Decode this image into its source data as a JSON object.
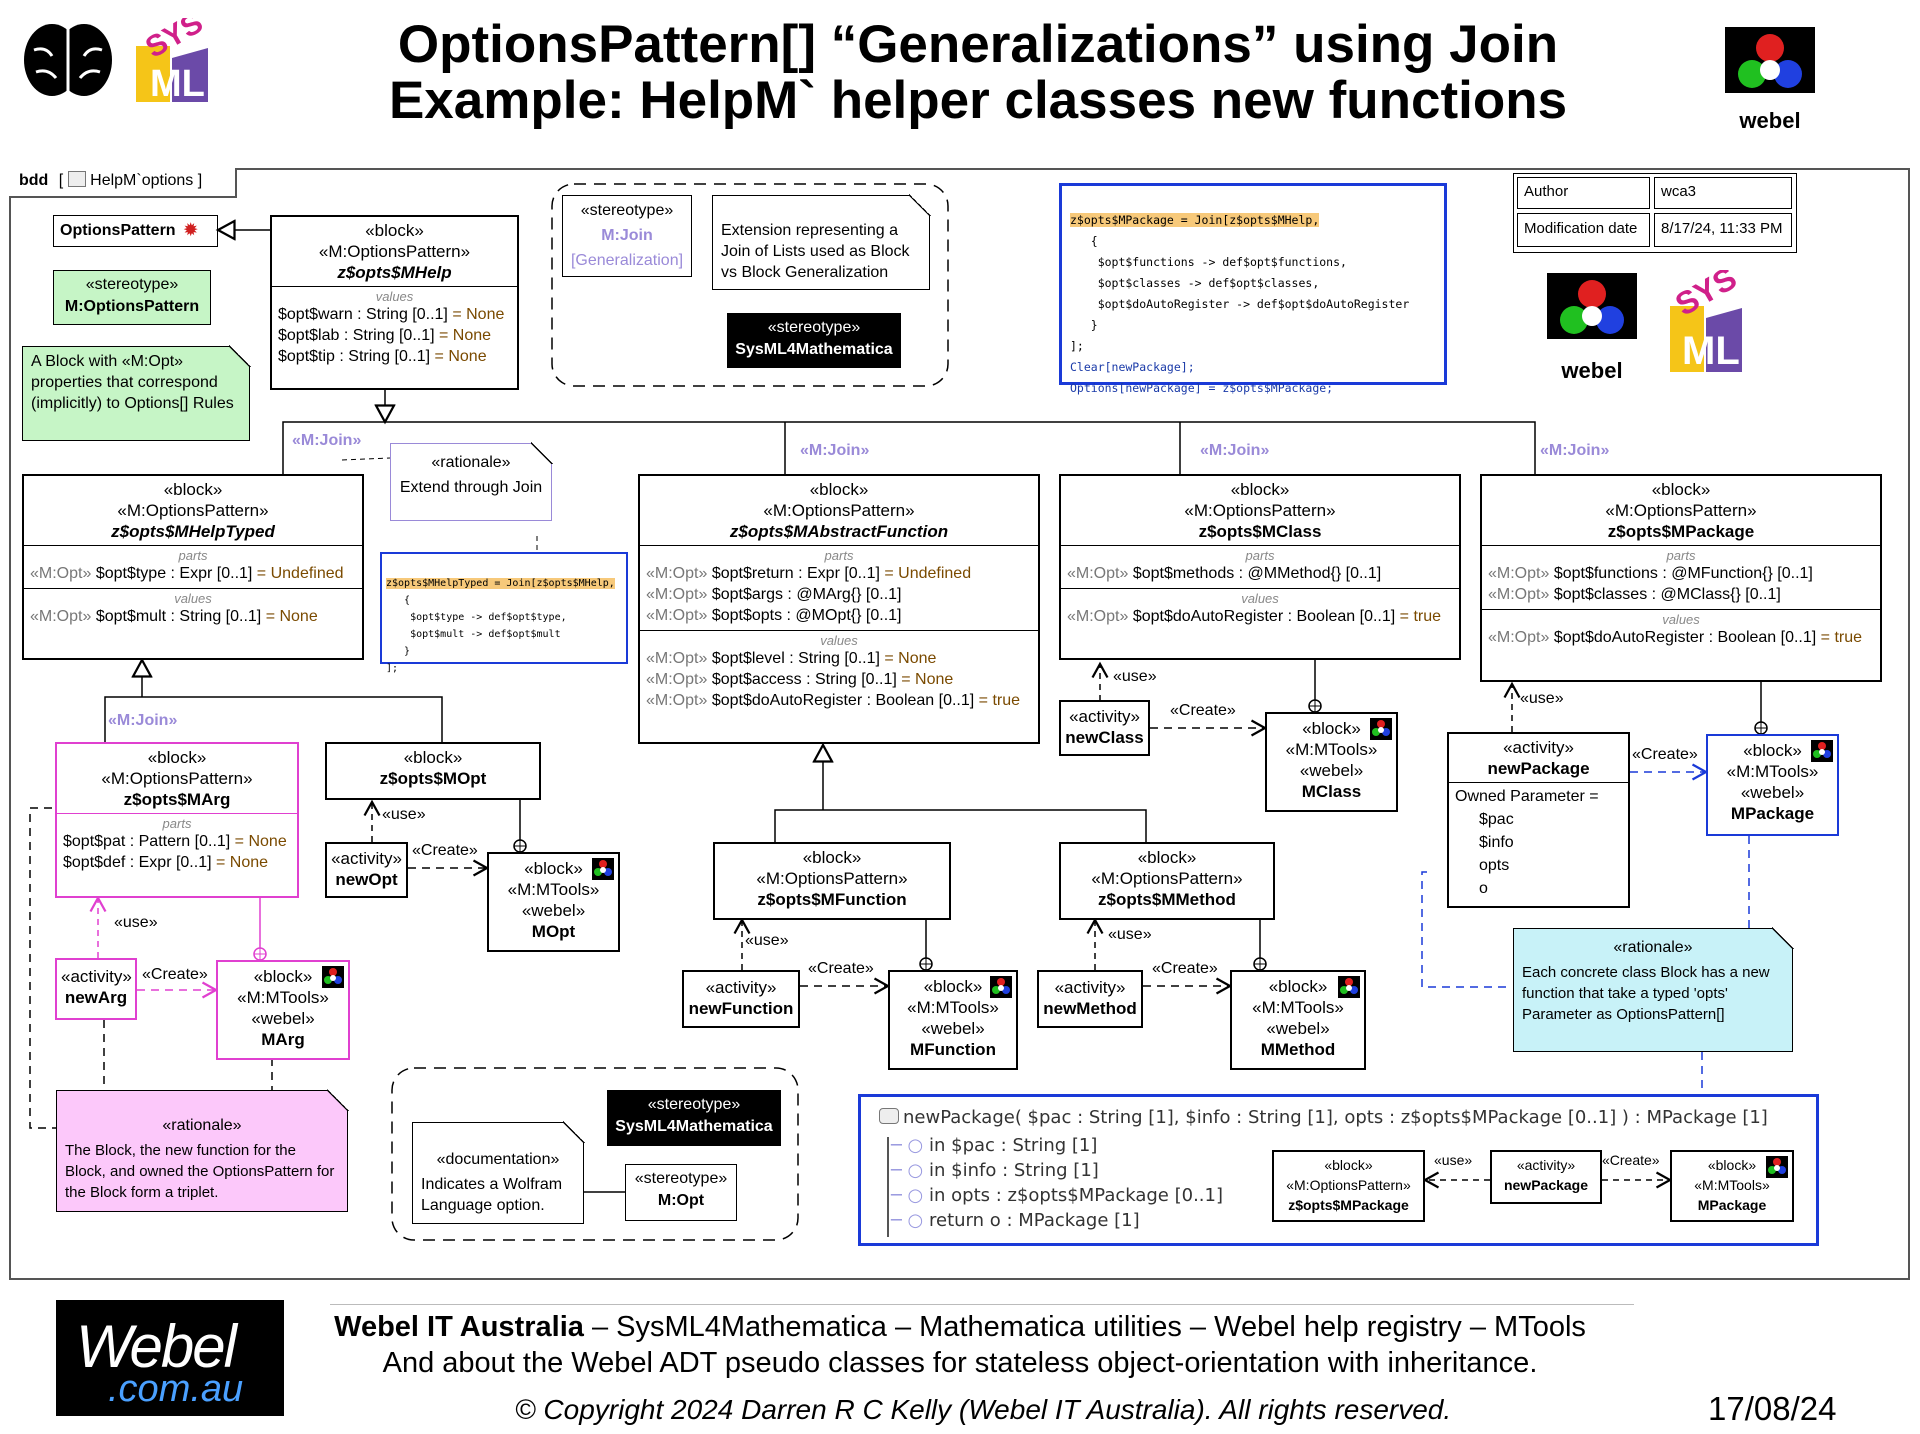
{
  "header": {
    "title_line1": "OptionsPattern[] “Generalizations” using Join",
    "title_line2": "Example: HelpM` helper classes new functions",
    "webel_label": "webel",
    "sysml_logo": "SysML"
  },
  "frame": {
    "bdd": "bdd",
    "context": "HelpM`options"
  },
  "meta": {
    "author_label": "Author",
    "author_value": "wca3",
    "moddate_label": "Modification date",
    "moddate_value": "8/17/24, 11:33 PM"
  },
  "optionspattern": {
    "label": "OptionsPattern"
  },
  "stereo_mop": {
    "kw": "«stereotype»",
    "name": "M:OptionsPattern"
  },
  "note_block": "A Block with «M:Opt» properties that correspond (implicitly) to Options[] Rules",
  "legend_top": {
    "stereo_kw": "«stereotype»",
    "mjoin": "M:Join",
    "generalization": "[Generalization]",
    "ext_note": "Extension representing a Join of Lists used as Block vs Block Generalization",
    "sysml4m_kw": "«stereotype»",
    "sysml4m": "SysML4Mathematica"
  },
  "code_mpackage": [
    "z$opts$MPackage = Join[z$opts$MHelp,",
    "   {",
    "    $opt$functions -> def$opt$functions,",
    "    $opt$classes -> def$opt$classes,",
    "    $opt$doAutoRegister -> def$opt$doAutoRegister",
    "   }",
    "];",
    "Clear[newPackage];",
    "Options[newPackage] = z$opts$MPackage;"
  ],
  "code_mhelptyped": [
    "z$opts$MHelpTyped = Join[z$opts$MHelp,",
    "   {",
    "    $opt$type -> def$opt$type,",
    "    $opt$mult -> def$opt$mult",
    "   }",
    "];"
  ],
  "mhelp": {
    "s1": "«block»",
    "s2": "«M:OptionsPattern»",
    "name": "z$opts$MHelp",
    "values": "values",
    "rows": [
      [
        "$opt$warn",
        " : String [0..1] ",
        "= None"
      ],
      [
        "$opt$lab",
        " : String [0..1] ",
        "= None"
      ],
      [
        "$opt$tip",
        " : String [0..1] ",
        "= None"
      ]
    ]
  },
  "joins": {
    "j1": "«M:Join»",
    "j2": "«M:Join»",
    "j3": "«M:Join»",
    "j4": "«M:Join»",
    "j5": "«M:Join»"
  },
  "rationale_join": {
    "kw": "«rationale»",
    "text": "Extend through Join"
  },
  "mhelptyped": {
    "s1": "«block»",
    "s2": "«M:OptionsPattern»",
    "name": "z$opts$MHelpTyped",
    "parts": "parts",
    "values": "values",
    "r1": [
      "«M:Opt» ",
      "$opt$type",
      " : Expr [0..1] ",
      "= Undefined"
    ],
    "r2": [
      "«M:Opt» ",
      "$opt$mult",
      " : String [0..1] ",
      "= None"
    ]
  },
  "mabsfunc": {
    "s1": "«block»",
    "s2": "«M:OptionsPattern»",
    "name": "z$opts$MAbstractFunction",
    "parts": "parts",
    "values": "values",
    "prows": [
      [
        "«M:Opt» ",
        "$opt$return",
        " : Expr [0..1] ",
        "= Undefined"
      ],
      [
        "«M:Opt» ",
        "$opt$args",
        " : @MArg{} [0..1]",
        ""
      ],
      [
        "«M:Opt» ",
        "$opt$opts",
        " : @MOpt{} [0..1]",
        ""
      ]
    ],
    "vrows": [
      [
        "«M:Opt» ",
        "$opt$level",
        " : String [0..1] ",
        "= None"
      ],
      [
        "«M:Opt» ",
        "$opt$access",
        " : String [0..1] ",
        "= None"
      ],
      [
        "«M:Opt» ",
        "$opt$doAutoRegister",
        " : Boolean [0..1] ",
        "= true"
      ]
    ]
  },
  "mclass": {
    "s1": "«block»",
    "s2": "«M:OptionsPattern»",
    "name": "z$opts$MClass",
    "parts": "parts",
    "values": "values",
    "p1": [
      "«M:Opt» ",
      "$opt$methods",
      " : @MMethod{} [0..1]",
      ""
    ],
    "v1": [
      "«M:Opt» ",
      "$opt$doAutoRegister",
      " : Boolean [0..1] ",
      "= true"
    ]
  },
  "mpackage": {
    "s1": "«block»",
    "s2": "«M:OptionsPattern»",
    "name": "z$opts$MPackage",
    "parts": "parts",
    "values": "values",
    "p1": [
      "«M:Opt» ",
      "$opt$functions",
      " : @MFunction{} [0..1]",
      ""
    ],
    "p2": [
      "«M:Opt» ",
      "$opt$classes",
      " : @MClass{} [0..1]",
      ""
    ],
    "v1": [
      "«M:Opt» ",
      "$opt$doAutoRegister",
      " : Boolean [0..1] ",
      "= true"
    ]
  },
  "marg": {
    "s1": "«block»",
    "s2": "«M:OptionsPattern»",
    "name": "z$opts$MArg",
    "parts": "parts",
    "r1": [
      "$opt$pat",
      " : Pattern [0..1] ",
      "= None"
    ],
    "r2": [
      "$opt$def",
      " : Expr [0..1] ",
      "= None"
    ]
  },
  "mopt": {
    "s1": "«block»",
    "name": "z$opts$MOpt"
  },
  "mfunction": {
    "s1": "«block»",
    "s2": "«M:OptionsPattern»",
    "name": "z$opts$MFunction"
  },
  "mmethod": {
    "s1": "«block»",
    "s2": "«M:OptionsPattern»",
    "name": "z$opts$MMethod"
  },
  "activity": "«activity»",
  "use": "«use»",
  "create": "«Create»",
  "mtools": {
    "s1": "«block»",
    "s2": "«M:MTools»",
    "s3": "«webel»"
  },
  "acts": {
    "newClass": "newClass",
    "newOpt": "newOpt",
    "newArg": "newArg",
    "newFunction": "newFunction",
    "newMethod": "newMethod",
    "newPackage": "newPackage"
  },
  "mt": {
    "MClass": "MClass",
    "MOpt": "MOpt",
    "MArg": "MArg",
    "MFunction": "MFunction",
    "MMethod": "MMethod",
    "MPackage": "MPackage"
  },
  "newpkg_params": {
    "title": "Owned Parameter =",
    "items": [
      "$pac",
      "$info",
      "opts",
      "o"
    ]
  },
  "rationale_concrete": {
    "kw": "«rationale»",
    "text": "Each concrete class Block has a new function that take a typed 'opts' Parameter as OptionsPattern[]"
  },
  "rationale_triplet": {
    "kw": "«rationale»",
    "text": "The Block, the new function for the Block, and owned the OptionsPattern for the Block form a triplet."
  },
  "legend_bottom": {
    "sysml4m_kw": "«stereotype»",
    "sysml4m": "SysML4Mathematica",
    "doc_kw": "«documentation»",
    "doc_text": "Indicates a Wolfram Language option.",
    "mopt_kw": "«stereotype»",
    "mopt": "M:Opt"
  },
  "sig": {
    "head": "newPackage( $pac : String [1], $info : String [1], opts : z$opts$MPackage [0..1] ) : MPackage [1]",
    "p1": "in $pac : String [1]",
    "p2": "in $info : String [1]",
    "p3": "in opts : z$opts$MPackage [0..1]",
    "p4": "return o : MPackage [1]"
  },
  "mini": {
    "b1s1": "«block»",
    "b1s2": "«M:OptionsPattern»",
    "b1name": "z$opts$MPackage",
    "use": "«use»",
    "act": "«activity»",
    "actname": "newPackage",
    "create": "«Create»",
    "b2s1": "«block»",
    "b2s2": "«M:MTools»",
    "b2name": "MPackage"
  },
  "footer": {
    "logo_top": "Webel",
    "logo_bottom": ".com.au",
    "line1_bold": "Webel IT Australia",
    "line1_rest": " – SysML4Mathematica – Mathematica utilities – Webel help registry – MTools",
    "line2": "And about the Webel ADT pseudo classes for stateless object-orientation with inheritance.",
    "copyright": "© Copyright 2024 Darren R C Kelly (Webel IT Australia). All rights reserved.",
    "date": "17/08/24"
  },
  "colors": {
    "magenta": "#e040d0",
    "blue": "#1a3ad8",
    "green_note": "#c6f5c6",
    "cyan_note": "#c8f2f8",
    "pink_note": "#fcc8fa",
    "orange_hl": "#f7c97a"
  }
}
